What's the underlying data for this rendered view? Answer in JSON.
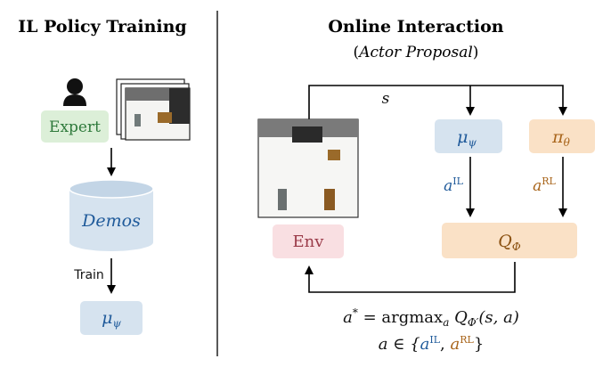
{
  "left_panel": {
    "title": "IL Policy Training",
    "expert_label": "Expert",
    "demos_label": "Demos",
    "train_label": "Train",
    "policy": {
      "symbol": "μ",
      "subscript": "ψ"
    }
  },
  "right_panel": {
    "title": "Online Interaction",
    "subtitle": "Actor Proposal",
    "subtitle_open": "(",
    "subtitle_close": ")",
    "state_label": "s",
    "env_label": "Env",
    "il_policy": {
      "symbol": "μ",
      "subscript": "ψ"
    },
    "rl_policy": {
      "symbol": "π",
      "subscript": "θ"
    },
    "critic": {
      "symbol": "Q",
      "subscript": "Φ"
    },
    "action_il": {
      "base": "a",
      "sup": "IL"
    },
    "action_rl": {
      "base": "a",
      "sup": "RL"
    },
    "equation": {
      "lhs_base": "a",
      "lhs_sup": "*",
      "eq": " = argmax",
      "argmax_sub": "a",
      "q": " Q",
      "q_sub": "Φ′",
      "args": "(s, a)"
    },
    "constraint": {
      "prefix": "a ∈ {",
      "il_base": "a",
      "il_sup": "IL",
      "sep": ", ",
      "rl_base": "a",
      "rl_sup": "RL",
      "suffix": "}"
    }
  },
  "colors": {
    "expert_fill": "#dcefd8",
    "expert_text": "#2f7a3c",
    "demos_fill": "#d6e3ef",
    "demos_text": "#1f5a9a",
    "il_fill": "#d6e3ef",
    "il_text": "#1f5a9a",
    "rl_fill": "#fae1c6",
    "rl_text": "#a8641a",
    "critic_fill": "#fae1c6",
    "critic_text": "#8a5010",
    "env_fill": "#f9dfe2",
    "env_text": "#9a3a48"
  }
}
